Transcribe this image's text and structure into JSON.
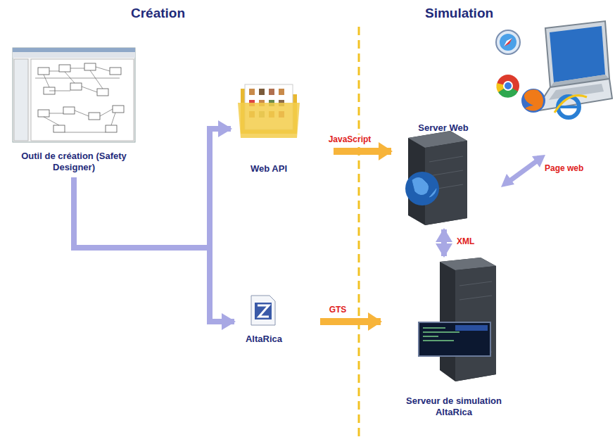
{
  "diagram": {
    "nodes": [
      {
        "text": [
          "Outil de création (Safety Designer)"
        ]
      },
      {
        "text": [
          "Web API"
        ]
      },
      {
        "text": [
          "AltaRica"
        ]
      },
      {
        "text": [
          "Server Web"
        ]
      },
      {
        "text": [
          "Serveur de simulation AltaRica"
        ]
      }
    ],
    "edges": [
      {
        "from": 0,
        "to": 1,
        "arrow": "to"
      },
      {
        "from": 0,
        "to": 2,
        "arrow": "to"
      },
      {
        "from": 1,
        "to": 3,
        "label": "JavaScript",
        "arrow": "to"
      },
      {
        "from": 2,
        "to": 4,
        "label": "GTS",
        "arrow": "to"
      },
      {
        "from": 3,
        "to": 4,
        "label": "XML",
        "arrow": "both"
      }
    ],
    "labels": [
      "Création",
      "Simulation",
      "Page web"
    ]
  }
}
